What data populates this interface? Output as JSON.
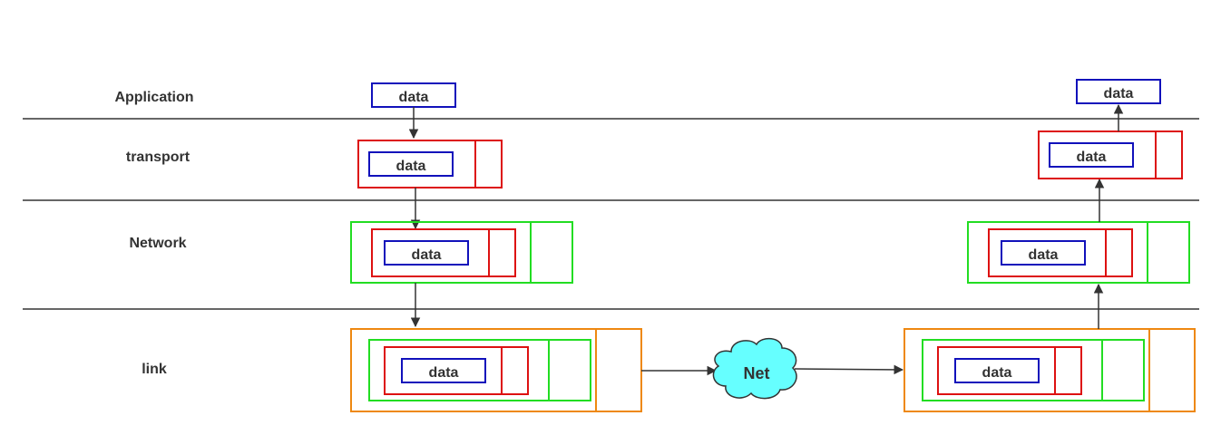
{
  "layers": {
    "application": "Application",
    "transport": "transport",
    "network": "Network",
    "link": "link"
  },
  "payload_label": "data",
  "cloud_label": "Net",
  "colors": {
    "application": "#1111bb",
    "transport": "#dd1111",
    "network": "#22dd22",
    "link": "#ee8811",
    "cloud_fill": "#66ffff",
    "line": "#333333"
  }
}
